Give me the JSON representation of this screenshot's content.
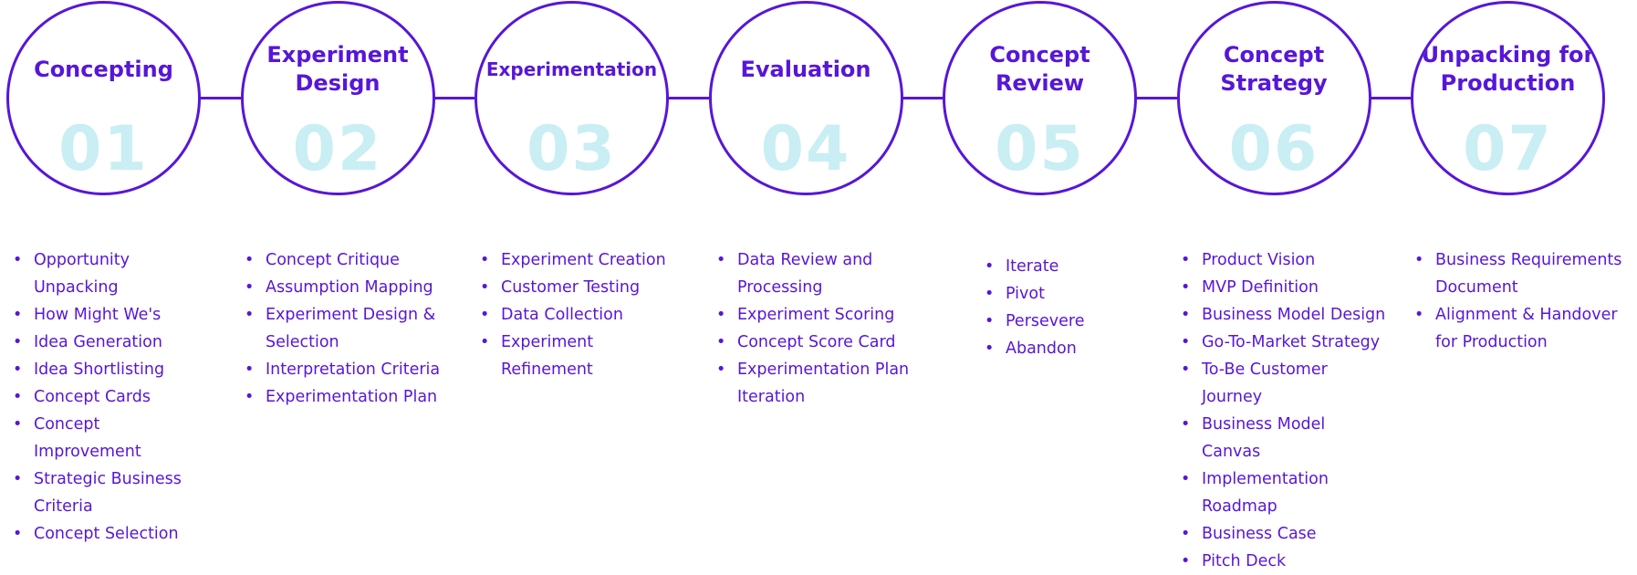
{
  "accent_color": "#5716d8",
  "number_color": "#dff7f9",
  "steps": [
    {
      "number": "01",
      "title": "Concepting",
      "items": [
        "Opportunity Unpacking",
        "How Might We's",
        "Idea Generation",
        "Idea Shortlisting",
        "Concept Cards",
        "Concept Improvement",
        "Strategic Business Criteria",
        "Concept Selection"
      ]
    },
    {
      "number": "02",
      "title": "Experiment Design",
      "items": [
        "Concept Critique",
        "Assumption Mapping",
        "Experiment Design & Selection",
        "Interpretation Criteria",
        "Experimentation Plan"
      ]
    },
    {
      "number": "03",
      "title": "Experimentation",
      "items": [
        "Experiment Creation",
        "Customer Testing",
        "Data Collection",
        "Experiment Refinement"
      ]
    },
    {
      "number": "04",
      "title": "Evaluation",
      "items": [
        "Data Review and Processing",
        "Experiment Scoring",
        "Concept Score Card",
        "Experimentation Plan Iteration"
      ]
    },
    {
      "number": "05",
      "title": "Concept Review",
      "items": [
        "Iterate",
        "Pivot",
        "Persevere",
        "Abandon"
      ]
    },
    {
      "number": "06",
      "title": "Concept Strategy",
      "items": [
        "Product Vision",
        "MVP Definition",
        "Business Model Design",
        "Go-To-Market Strategy",
        "To-Be Customer Journey",
        "Business Model Canvas",
        "Implementation Roadmap",
        "Business Case",
        "Pitch Deck"
      ]
    },
    {
      "number": "07",
      "title": "Unpacking for Production",
      "items": [
        "Business Requirements Document",
        "Alignment & Handover for Production"
      ]
    }
  ]
}
